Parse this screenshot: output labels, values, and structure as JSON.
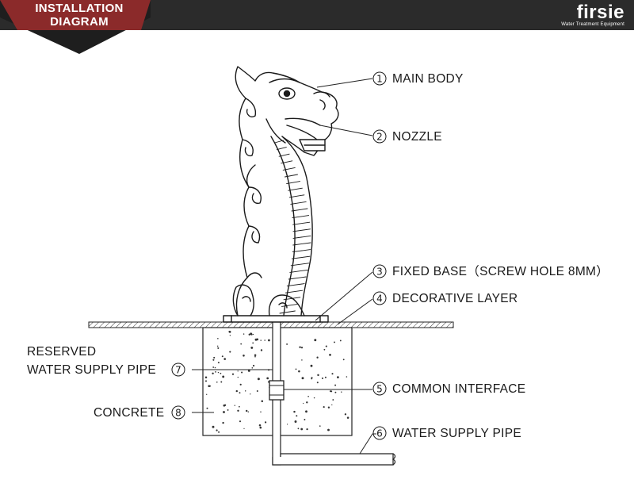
{
  "header": {
    "badge_line1": "INSTALLATION",
    "badge_line2": "DIAGRAM",
    "logo_name": "firsie",
    "logo_subtitle": "Water Treatment Equipment",
    "bar_color": "#2b2b2b",
    "badge_color": "#8b2a2a"
  },
  "labels": {
    "main_body": {
      "number": "1",
      "text": "MAIN BODY"
    },
    "nozzle": {
      "number": "2",
      "text": "NOZZLE"
    },
    "fixed_base": {
      "number": "3",
      "text": "FIXED BASE（SCREW HOLE 8MM）"
    },
    "decorative_layer": {
      "number": "4",
      "text": "DECORATIVE LAYER"
    },
    "common_interface": {
      "number": "5",
      "text": "COMMON INTERFACE"
    },
    "water_supply_pipe": {
      "number": "6",
      "text": "WATER SUPPLY PIPE"
    },
    "reserved_line1": "RESERVED",
    "reserved_pipe": {
      "number": "7",
      "text": "WATER SUPPLY PIPE"
    },
    "concrete": {
      "number": "8",
      "text": "CONCRETE"
    }
  }
}
